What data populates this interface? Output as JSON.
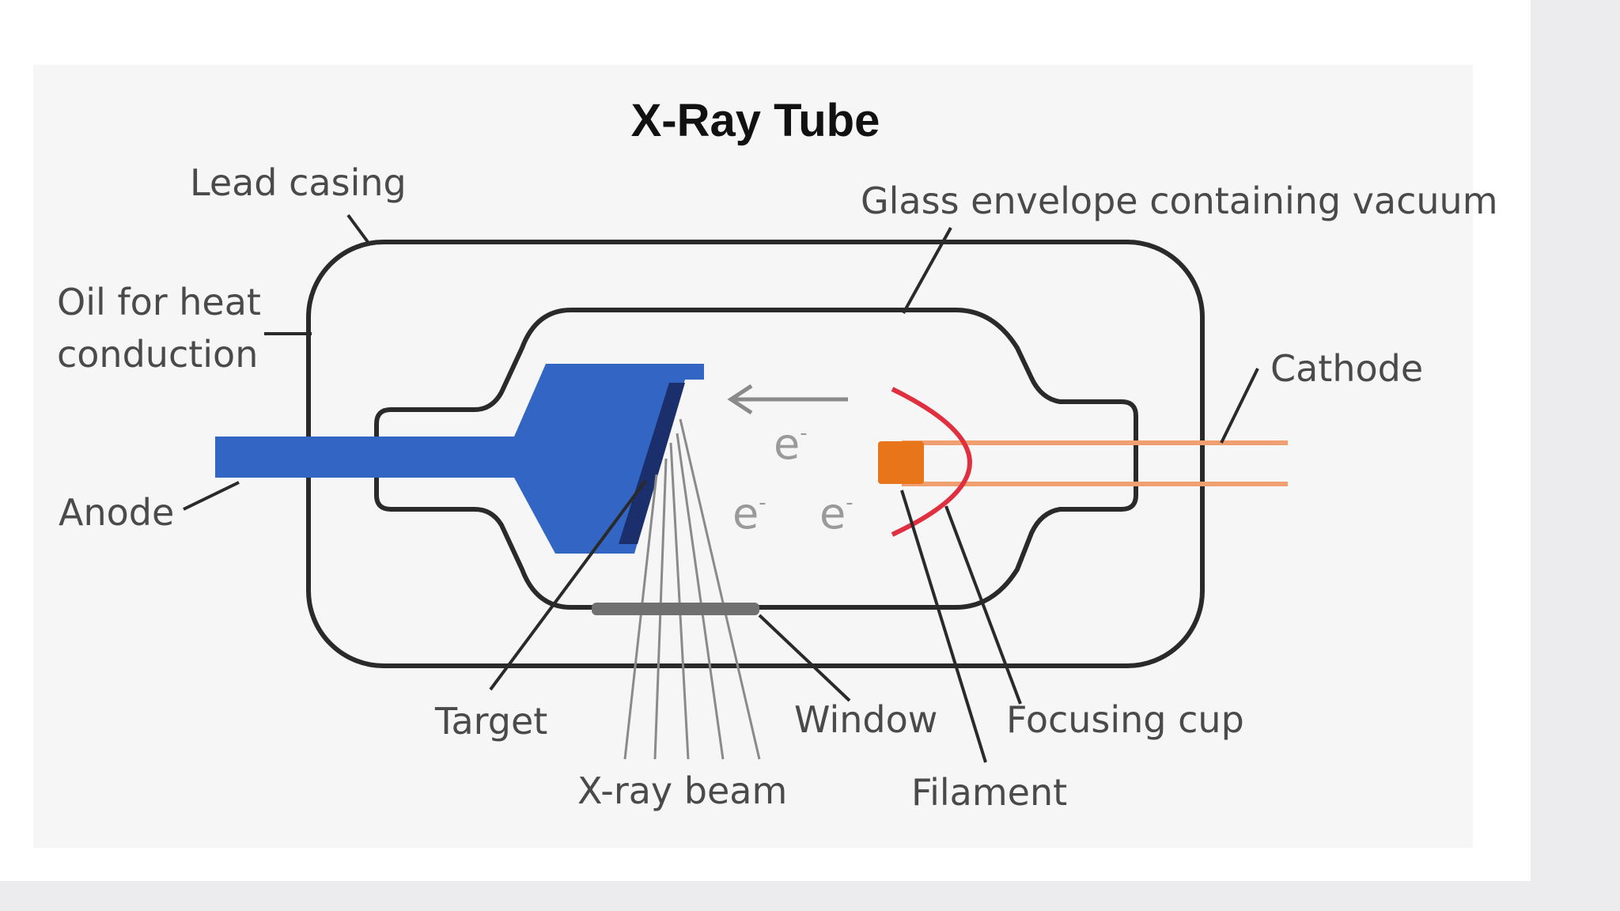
{
  "diagram": {
    "title": "X-Ray Tube",
    "labels": {
      "lead_casing": "Lead casing",
      "glass_envelope": "Glass envelope containing vacuum",
      "oil_line1": "Oil for heat",
      "oil_line2": "conduction",
      "cathode": "Cathode",
      "anode": "Anode",
      "target": "Target",
      "window": "Window",
      "focusing_cup": "Focusing cup",
      "xray_beam": "X-ray beam",
      "filament": "Filament"
    },
    "electron_symbol": "e",
    "electron_charge": "-",
    "colors": {
      "anode": "#3366c4",
      "target": "#1a2f6b",
      "cathode_wire": "#f0a070",
      "filament": "#e8751a",
      "focusing_cup": "#e03040",
      "outline": "#2a2a2a",
      "window": "#707070",
      "arrow": "#8a8a8a"
    }
  }
}
